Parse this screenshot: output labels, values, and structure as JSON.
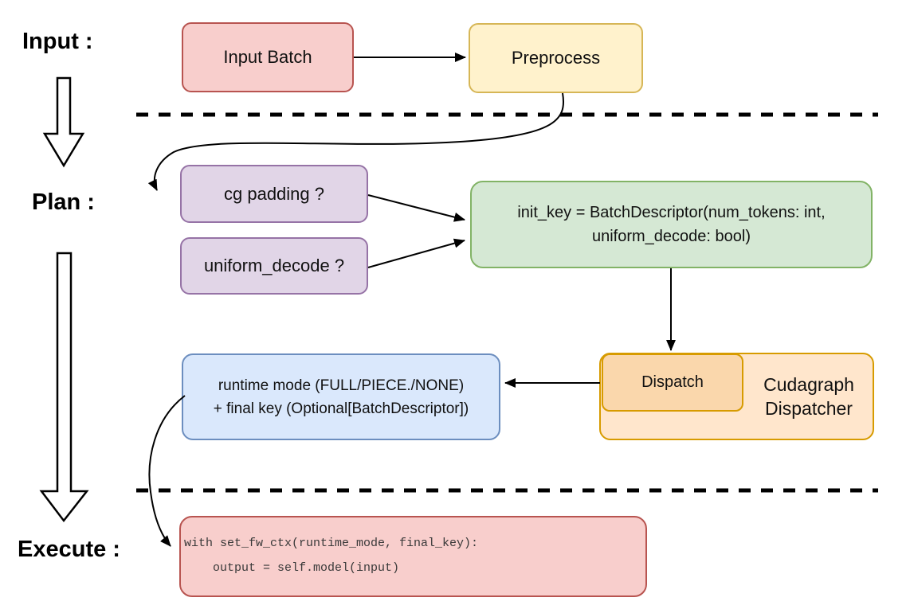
{
  "diagram": {
    "title_hint": "cudagraph dispatch flow",
    "stages": {
      "input_label": "Input :",
      "plan_label": "Plan :",
      "execute_label": "Execute :"
    },
    "nodes": {
      "input_batch": {
        "label": "Input Batch",
        "fill": "#f8cecc",
        "stroke": "#b85450"
      },
      "preprocess": {
        "label": "Preprocess",
        "fill": "#fff2cc",
        "stroke": "#d6b656"
      },
      "cg_padding": {
        "label": "cg padding ?",
        "fill": "#e1d5e7",
        "stroke": "#9673a6"
      },
      "uniform_decode": {
        "label": "uniform_decode ?",
        "fill": "#e1d5e7",
        "stroke": "#9673a6"
      },
      "init_key": {
        "line1": "init_key = BatchDescriptor(num_tokens: int,",
        "line2": "uniform_decode: bool)",
        "fill": "#d5e8d4",
        "stroke": "#82b366"
      },
      "dispatch": {
        "label": "Dispatch",
        "fill": "#fad7ac",
        "stroke": "#d79b00"
      },
      "cudagraph_dispatcher": {
        "line1": "Cudagraph",
        "line2": "Dispatcher",
        "fill": "#ffe6cc",
        "stroke": "#d79b00"
      },
      "runtime_mode": {
        "line1": "runtime mode (FULL/PIECE./NONE)",
        "line2": "+ final key (Optional[BatchDescriptor])",
        "fill": "#dae8fc",
        "stroke": "#6c8ebf"
      },
      "execute_code": {
        "line1": "with set_fw_ctx(runtime_mode, final_key):",
        "line2": "    output = self.model(input)",
        "fill": "#f8cecc",
        "stroke": "#b85450"
      }
    },
    "connector_color": "#000000",
    "divider_color": "#000000"
  }
}
